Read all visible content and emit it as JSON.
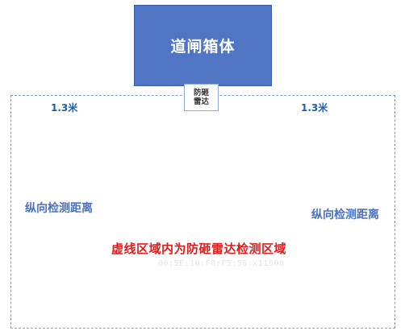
{
  "gate": {
    "label": "道闸箱体"
  },
  "radar": {
    "label": "防砸雷达"
  },
  "dimensions": {
    "left": "1.3米",
    "right": "1.3米"
  },
  "distance_labels": {
    "left": "纵向检测距离",
    "right": "纵向检测距离"
  },
  "zone_note": "虚线区域内为防砸雷达检测区域",
  "watermark": "00:5E:16:F8:F5:56:x11608",
  "colors": {
    "gate_fill": "#4f75c4",
    "zone_border": "#7f9fd4",
    "note_text": "#e41b1b",
    "dimension_text": "#1f5fa8",
    "distance_text": "#4a72c0"
  }
}
